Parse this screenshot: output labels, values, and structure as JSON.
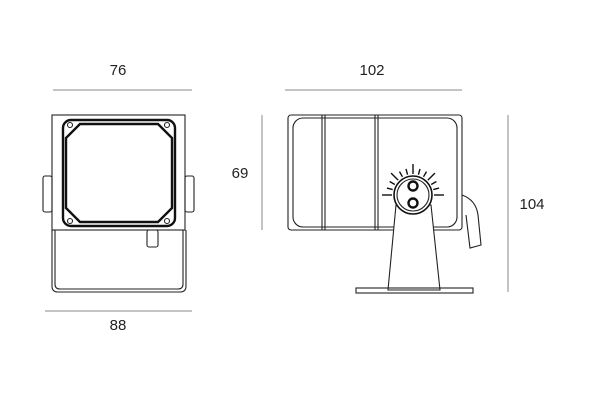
{
  "dimensions": {
    "front_width_top": "76",
    "front_width_bottom": "88",
    "body_height": "69",
    "side_length": "102",
    "total_height": "104"
  },
  "colors": {
    "line": "#222222",
    "dimension_line": "#8a8a8a"
  }
}
